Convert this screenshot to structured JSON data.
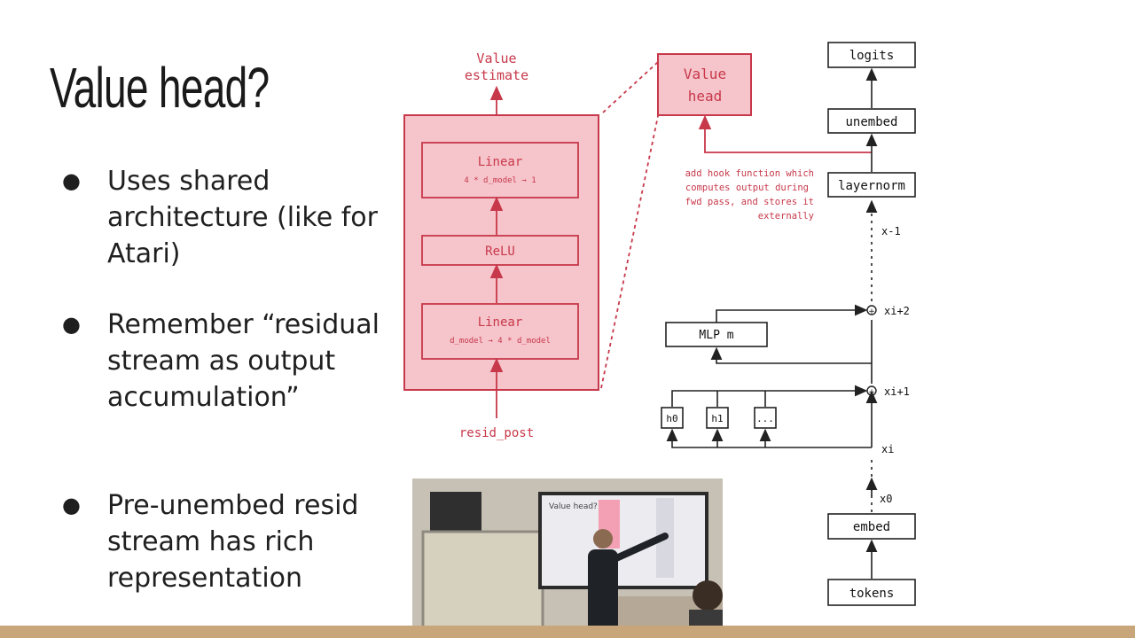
{
  "title": "Value head?",
  "bullets": [
    {
      "text": "Uses shared architecture (like for Atari)"
    },
    {
      "text": "Remember “residual stream as output accumulation”"
    },
    {
      "text": "Pre-unembed resid stream has rich representation"
    }
  ],
  "value_head_detail": {
    "output_label_line1": "Value",
    "output_label_line2": "estimate",
    "linear_top": "Linear",
    "linear_top_dims": "4 * d_model → 1",
    "relu": "ReLU",
    "linear_bottom": "Linear",
    "linear_bottom_dims": "d_model → 4 * d_model",
    "input_label": "resid_post"
  },
  "value_head_box": {
    "line1": "Value",
    "line2": "head"
  },
  "hook_note": [
    "add hook function which",
    "computes output during",
    "fwd pass, and stores it",
    "externally"
  ],
  "transformer": {
    "logits": "logits",
    "unembed": "unembed",
    "layernorm": "layernorm",
    "mlp": "MLP m",
    "heads": [
      "h0",
      "h1",
      "..."
    ],
    "embed": "embed",
    "tokens": "tokens",
    "x_labels": {
      "x_last": "x-1",
      "x_i2": "xi+2",
      "x_i1": "xi+1",
      "x_i": "xi",
      "x_0": "x0"
    }
  },
  "colors": {
    "accent_red": "#c7384a",
    "pink_fill": "#f6c4cb",
    "bar": "#c9a57a"
  },
  "video_inset": {
    "slide_title": "Value head?"
  }
}
